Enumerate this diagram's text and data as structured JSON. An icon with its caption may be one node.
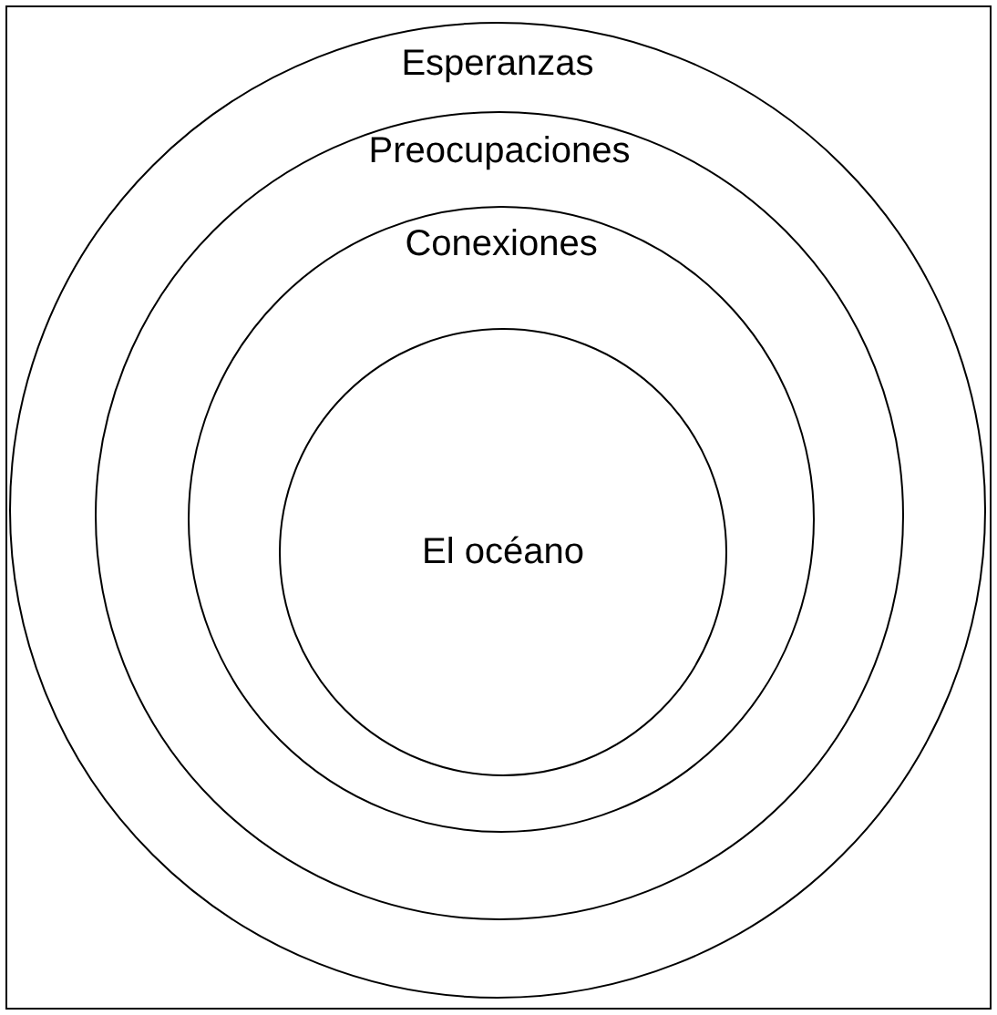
{
  "diagram": {
    "nodes": [
      {
        "text": [
          "Esperanzas"
        ]
      },
      {
        "text": [
          "Preocupaciones"
        ],
        "in": 0
      },
      {
        "text": [
          "Conexiones"
        ],
        "in": 1
      },
      {
        "text": [
          "El océano"
        ],
        "in": 2
      }
    ]
  }
}
